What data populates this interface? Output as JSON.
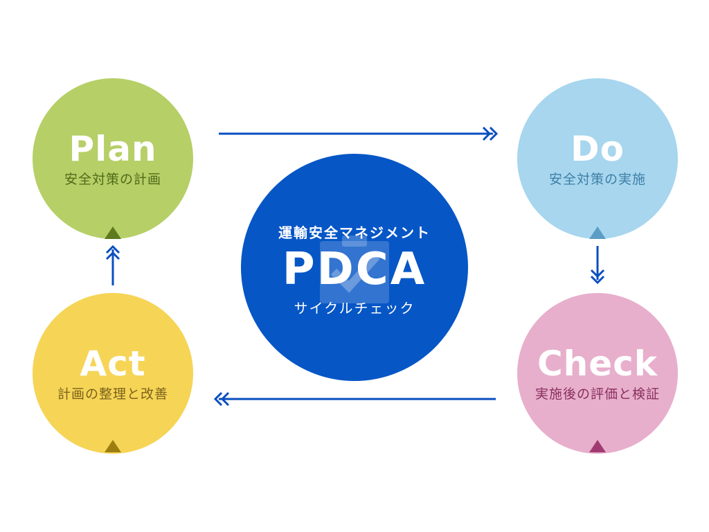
{
  "center": {
    "top_label": "運輸安全マネジメント",
    "main": "PDCA",
    "bottom_label": "サイクルチェック"
  },
  "phases": {
    "plan": {
      "title": "Plan",
      "subtitle": "安全対策の計画"
    },
    "do": {
      "title": "Do",
      "subtitle": "安全対策の実施"
    },
    "check": {
      "title": "Check",
      "subtitle": "実施後の評価と検証"
    },
    "act": {
      "title": "Act",
      "subtitle": "計画の整理と改善"
    }
  },
  "colors": {
    "plan": "#b6cf67",
    "do": "#a7d6ee",
    "check": "#e7afcb",
    "act": "#f6d456",
    "center": "#0656c6",
    "arrow": "#0a4ec0"
  }
}
